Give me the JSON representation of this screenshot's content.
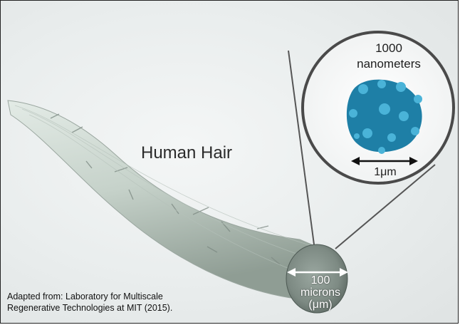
{
  "hair": {
    "label": "Human Hair"
  },
  "zoom_circle": {
    "line1": "1000",
    "line2": "nanometers",
    "scale_label": "1μm"
  },
  "cross_section": {
    "line1": "100",
    "line2": "microns",
    "line3": "(μm)"
  },
  "credit": {
    "line1": "Adapted from: Laboratory for Multiscale",
    "line2": "Regenerative Technologies at MIT (2015)."
  },
  "colors": {
    "particle": "#1e7fa6",
    "particle_spot": "#4ab3d8",
    "hair": "#c9d4cc",
    "outline": "#555555"
  }
}
